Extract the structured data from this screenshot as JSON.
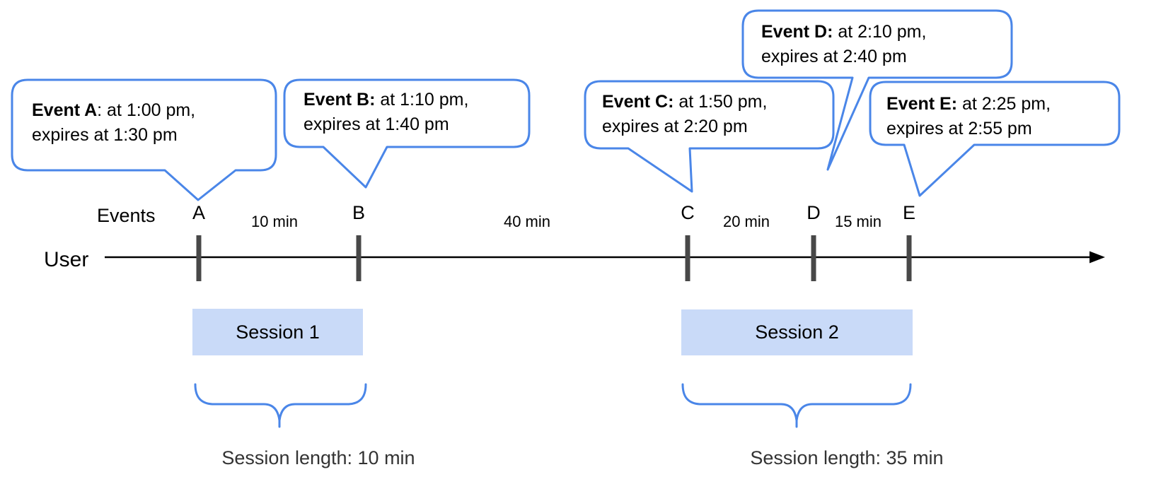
{
  "title": "Events and sessions timeline diagram",
  "colors": {
    "bubble_border": "#4a86e8",
    "brace": "#4a86e8",
    "session_fill": "#c9daf8",
    "tick": "#484848",
    "timeline": "#000000",
    "text": "#000000",
    "caption_text": "#333333"
  },
  "timeline": {
    "user_label": "User",
    "events_label": "Events",
    "ticks": [
      {
        "label": "A"
      },
      {
        "label": "B"
      },
      {
        "label": "C"
      },
      {
        "label": "D"
      },
      {
        "label": "E"
      }
    ],
    "intervals": [
      {
        "label": "10 min"
      },
      {
        "label": "40 min"
      },
      {
        "label": "20 min"
      },
      {
        "label": "15 min"
      }
    ]
  },
  "bubbles": [
    {
      "event": "A",
      "bold": "Event A",
      "rest": ": at 1:00 pm,",
      "line2": "expires at 1:30 pm"
    },
    {
      "event": "B",
      "bold": "Event B:",
      "rest": " at 1:10 pm,",
      "line2": "expires at 1:40 pm"
    },
    {
      "event": "C",
      "bold": "Event C:",
      "rest": " at 1:50 pm,",
      "line2": "expires at 2:20 pm"
    },
    {
      "event": "D",
      "bold": "Event D:",
      "rest": " at 2:10 pm,",
      "line2": "expires at 2:40 pm"
    },
    {
      "event": "E",
      "bold": "Event E:",
      "rest": " at 2:25 pm,",
      "line2": "expires at 2:55 pm"
    }
  ],
  "sessions": [
    {
      "label": "Session 1",
      "length_label": "Session length: 10 min"
    },
    {
      "label": "Session 2",
      "length_label": "Session length: 35 min"
    }
  ]
}
